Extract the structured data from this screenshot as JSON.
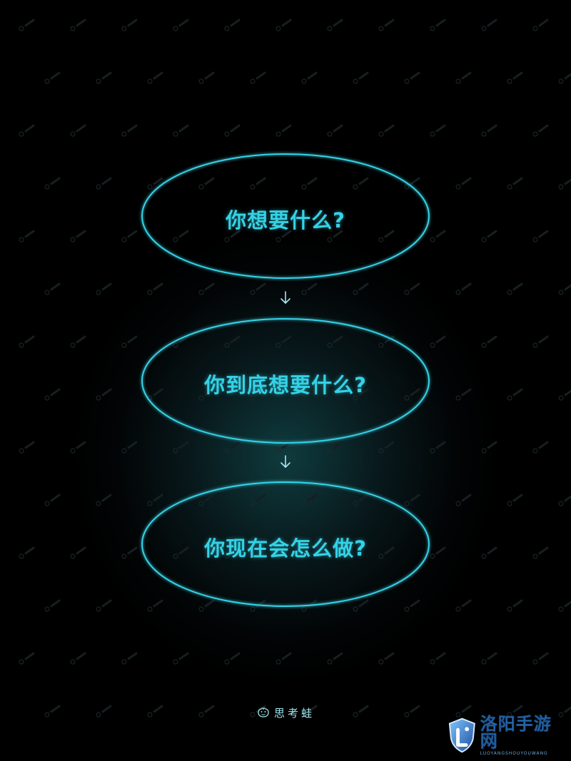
{
  "questions": [
    {
      "text": "你想要什么?"
    },
    {
      "text": "你到底想要什么?"
    },
    {
      "text": "你现在会怎么做?"
    }
  ],
  "connector_icon": "arrow-down-icon",
  "brand": {
    "icon": "frog-icon",
    "name": "思考蛙"
  },
  "corner_logo": {
    "icon": "shield-logo-icon",
    "name": "洛阳手游网",
    "sub": "LUOYANGSHOUYOUWANG"
  },
  "colors": {
    "accent": "#34d2e6",
    "glow": "#0f3b3e",
    "background": "#000000"
  }
}
